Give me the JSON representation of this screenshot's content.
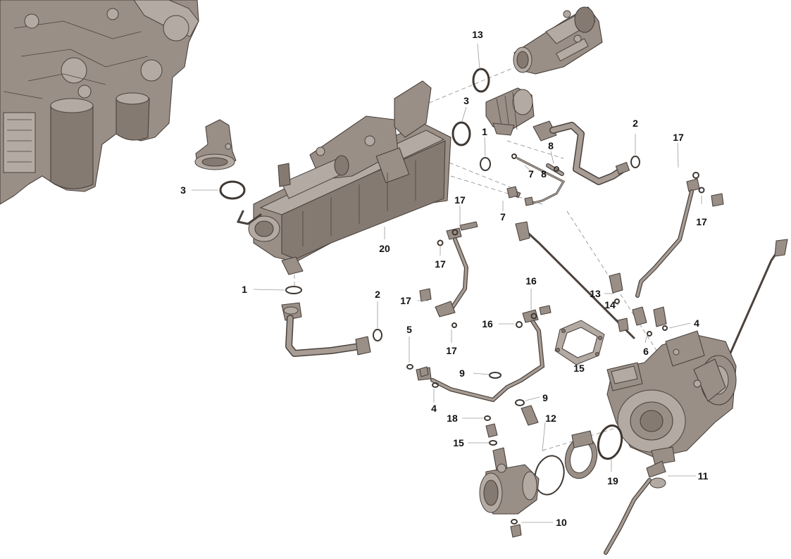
{
  "diagram": {
    "callouts": [
      {
        "id": "c1a",
        "label": "1"
      },
      {
        "id": "c1b",
        "label": "1"
      },
      {
        "id": "c2a",
        "label": "2"
      },
      {
        "id": "c2b",
        "label": "2"
      },
      {
        "id": "c3a",
        "label": "3"
      },
      {
        "id": "c3b",
        "label": "3"
      },
      {
        "id": "c4a",
        "label": "4"
      },
      {
        "id": "c4b",
        "label": "4"
      },
      {
        "id": "c5",
        "label": "5"
      },
      {
        "id": "c6",
        "label": "6"
      },
      {
        "id": "c7a",
        "label": "7"
      },
      {
        "id": "c7b",
        "label": "7"
      },
      {
        "id": "c8a",
        "label": "8"
      },
      {
        "id": "c8b",
        "label": "8"
      },
      {
        "id": "c9a",
        "label": "9"
      },
      {
        "id": "c9b",
        "label": "9"
      },
      {
        "id": "c10",
        "label": "10"
      },
      {
        "id": "c11",
        "label": "11"
      },
      {
        "id": "c12",
        "label": "12"
      },
      {
        "id": "c13a",
        "label": "13"
      },
      {
        "id": "c13b",
        "label": "13"
      },
      {
        "id": "c14",
        "label": "14"
      },
      {
        "id": "c15a",
        "label": "15"
      },
      {
        "id": "c15b",
        "label": "15"
      },
      {
        "id": "c16a",
        "label": "16"
      },
      {
        "id": "c16b",
        "label": "16"
      },
      {
        "id": "c17a",
        "label": "17"
      },
      {
        "id": "c17b",
        "label": "17"
      },
      {
        "id": "c17c",
        "label": "17"
      },
      {
        "id": "c17d",
        "label": "17"
      },
      {
        "id": "c17e",
        "label": "17"
      },
      {
        "id": "c17f",
        "label": "17"
      },
      {
        "id": "c18",
        "label": "18"
      },
      {
        "id": "c19",
        "label": "19"
      },
      {
        "id": "c20",
        "label": "20"
      }
    ]
  },
  "colors": {
    "part_fill": "#9a8f87",
    "outline": "#4a423d",
    "background": "#ffffff"
  }
}
